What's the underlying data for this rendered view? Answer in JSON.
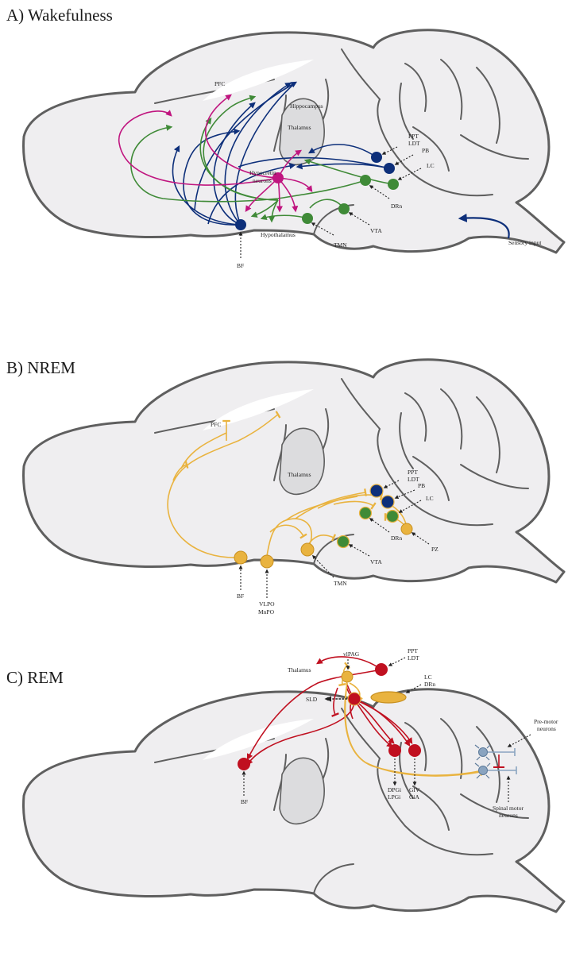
{
  "panels": {
    "wake": {
      "title": "A) Wakefulness",
      "labels": {
        "pfc": "PFC",
        "hippocampus": "Hippocampus",
        "thalamus": "Thalamus",
        "hypocretin_1": "Hypocretin",
        "hypocretin_2": "neurons",
        "hypothalamus": "Hypothalamus",
        "ppt": "PPT",
        "ldt": "LDT",
        "pb": "PB",
        "lc": "LC",
        "drn": "DRn",
        "vta": "VTA",
        "tmn": "TMN",
        "bf": "BF",
        "sensory": "Sensory input"
      }
    },
    "nrem": {
      "title": "B) NREM",
      "labels": {
        "pfc": "PFC",
        "thalamus": "Thalamus",
        "ppt": "PPT",
        "ldt": "LDT",
        "pb": "PB",
        "lc": "LC",
        "drn": "DRn",
        "pz": "PZ",
        "vta": "VTA",
        "tmn": "TMN",
        "bf": "BF",
        "vlpo": "VLPO",
        "mnpo": "MnPO"
      }
    },
    "rem": {
      "title": "C) REM",
      "labels": {
        "thalamus": "Thalamus",
        "vlpag": "vlPAG",
        "ppt": "PPT",
        "ldt": "LDT",
        "lc": "LC",
        "drn": "DRn",
        "sld": "SLD",
        "bf": "BF",
        "dpgi": "DPGi",
        "lpgi": "LPGi",
        "giv": "GIV",
        "gia": "GiA",
        "premotor_1": "Pre-motor",
        "premotor_2": "neurons",
        "spinal_1": "Spinal motor",
        "spinal_2": "neurons"
      }
    }
  },
  "colors": {
    "blue": "#0d2f7a",
    "green": "#3f8a37",
    "magenta": "#c0157f",
    "orange": "#e9b33f",
    "red": "#c01020",
    "outline": "#5f5f5f",
    "fill": "#efeef0"
  }
}
